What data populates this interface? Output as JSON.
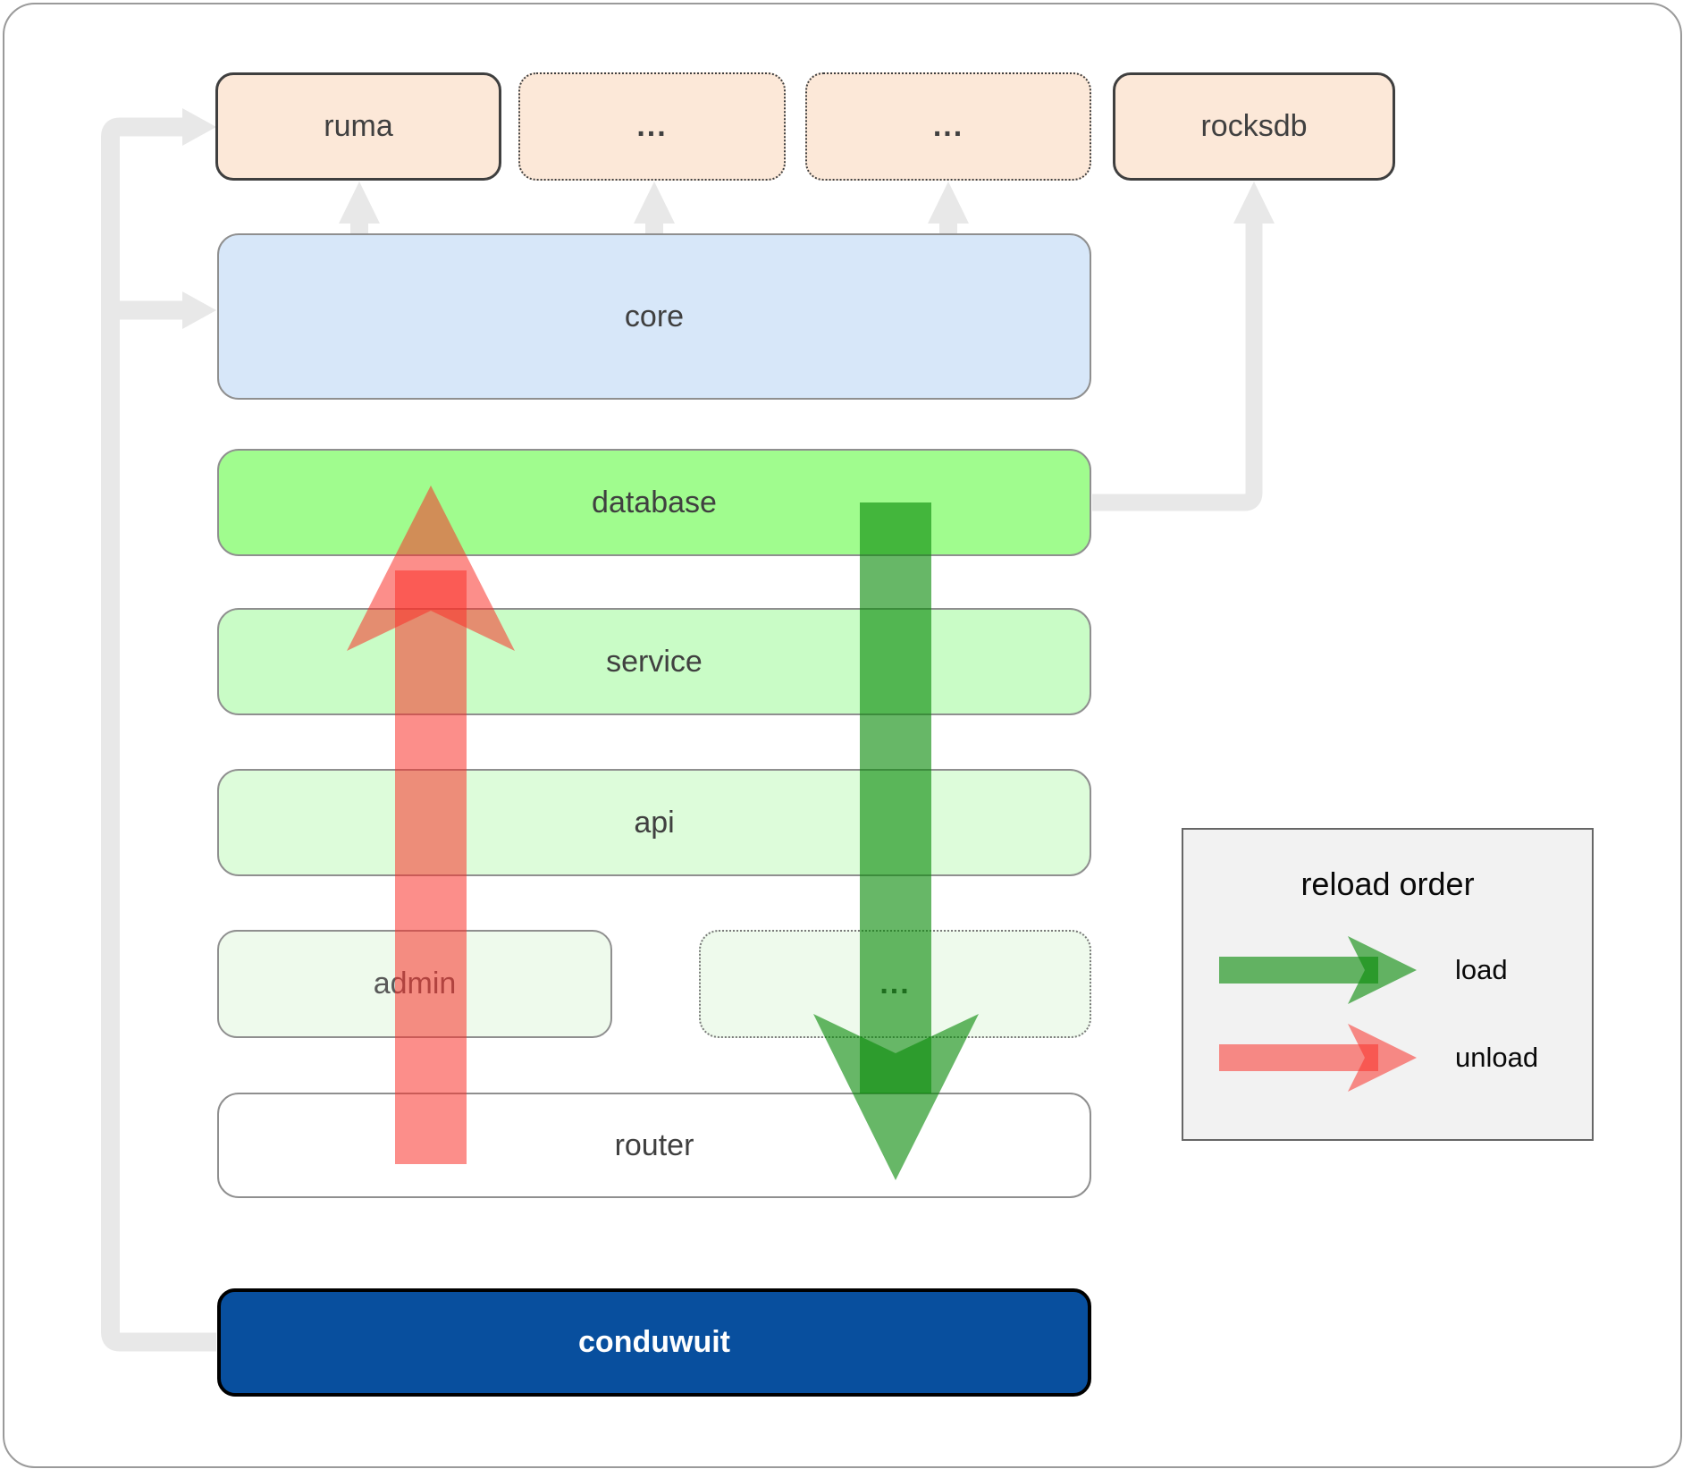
{
  "diagram": {
    "top_row": {
      "ruma": {
        "label": "ruma"
      },
      "misc1": {
        "label": "..."
      },
      "misc2": {
        "label": "..."
      },
      "rocksdb": {
        "label": "rocksdb"
      }
    },
    "layers": {
      "core": {
        "label": "core"
      },
      "database": {
        "label": "database"
      },
      "service": {
        "label": "service"
      },
      "api": {
        "label": "api"
      },
      "admin": {
        "label": "admin"
      },
      "misc3": {
        "label": "..."
      },
      "router": {
        "label": "router"
      },
      "conduwuit": {
        "label": "conduwuit"
      }
    }
  },
  "legend": {
    "title": "reload order",
    "load_label": "load",
    "unload_label": "unload"
  },
  "colors": {
    "peach": "#fce8d8",
    "core_blue": "#d7e7f9",
    "database_green": "#a0fc8e",
    "service_green": "#c9fcc6",
    "api_green": "#ddfcda",
    "faint_green": "#eefaec",
    "router_white": "#ffffff",
    "conduwuit_blue": "#084f9e",
    "legend_bg": "#f2f2f2",
    "connector_gray": "#e8e8e8",
    "load_fill": "rgba(10,138,10,0.62)",
    "unload_fill": "rgba(249,49,42,0.55)"
  }
}
